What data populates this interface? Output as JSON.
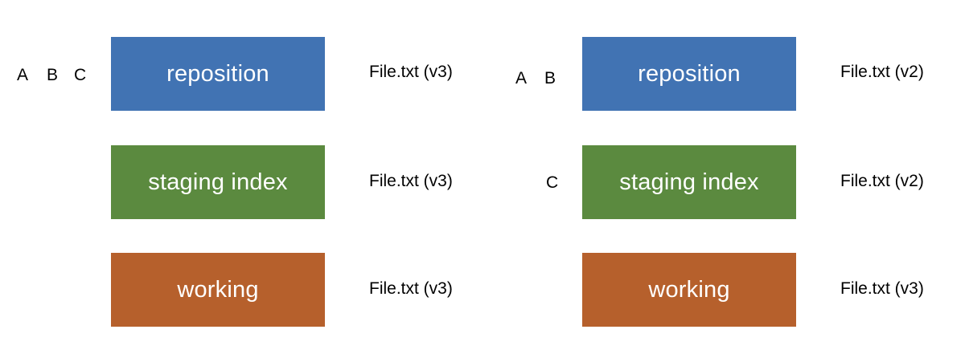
{
  "colors": {
    "repository": "#4173b3",
    "staging": "#5b8a3f",
    "working": "#b6602c"
  },
  "panels": [
    {
      "commits_repo": [
        "A",
        "B",
        "C"
      ],
      "commits_staging": [],
      "boxes": {
        "repository": "reposition",
        "staging": "staging index",
        "working": "working"
      },
      "files": {
        "repository": "File.txt (v3)",
        "staging": "File.txt (v3)",
        "working": "File.txt (v3)"
      }
    },
    {
      "commits_repo": [
        "A",
        "B"
      ],
      "commits_staging": [
        "C"
      ],
      "boxes": {
        "repository": "reposition",
        "staging": "staging index",
        "working": "working"
      },
      "files": {
        "repository": "File.txt (v2)",
        "staging": "File.txt (v2)",
        "working": "File.txt (v3)"
      }
    }
  ]
}
